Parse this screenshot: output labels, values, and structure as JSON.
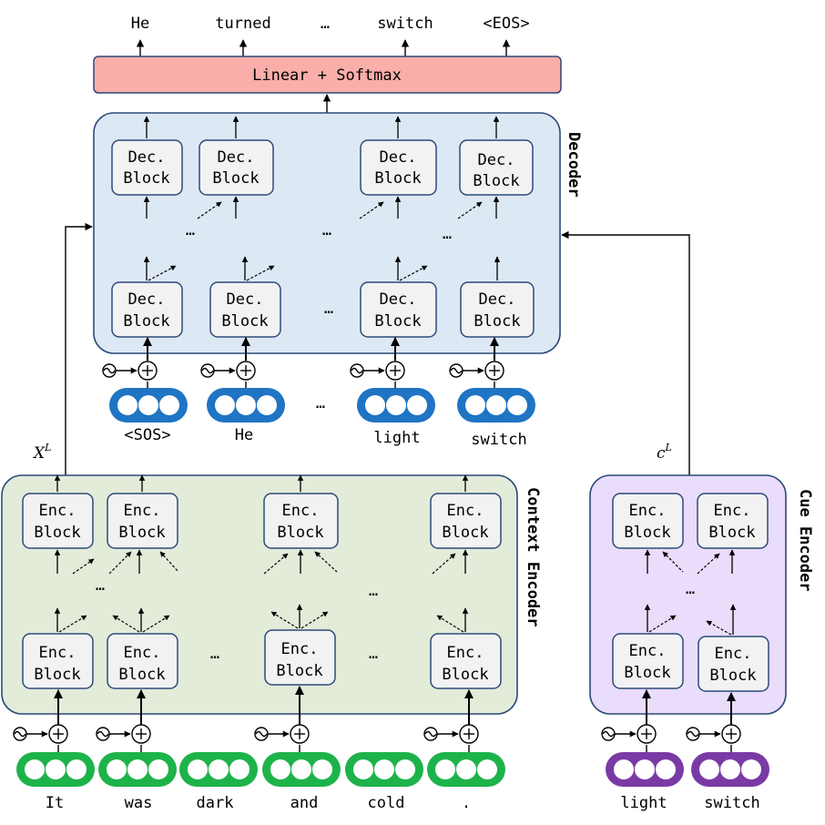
{
  "outputs": {
    "he": "He",
    "turned": "turned",
    "ellipsis": "…",
    "switch": "switch",
    "eos": "<EOS>"
  },
  "linear_softmax": "Linear + Softmax",
  "decoder": {
    "title": "Decoder",
    "block_line1": "Dec.",
    "block_line2": "Block",
    "ellipsis": "…"
  },
  "encoder_block": {
    "line1": "Enc.",
    "line2": "Block",
    "ellipsis": "…"
  },
  "context_encoder": {
    "title": "Context Encoder"
  },
  "cue_encoder": {
    "title": "Cue Encoder"
  },
  "labels": {
    "x_base": "X",
    "x_sup": "L",
    "c_base": "c",
    "c_sup": "L"
  },
  "decoder_inputs": {
    "sos": "<SOS>",
    "he": "He",
    "ellipsis": "…",
    "light": "light",
    "switch": "switch"
  },
  "context_inputs": {
    "it": "It",
    "was": "was",
    "dark": "dark",
    "and": "and",
    "cold": "cold",
    "period": "."
  },
  "cue_inputs": {
    "light": "light",
    "switch": "switch"
  },
  "colors": {
    "decoder_fill": "#dde8f5",
    "context_fill": "#e2ecd9",
    "cue_fill": "#eadcfb",
    "softmax_fill": "#f9aeaa",
    "block_fill": "#f2f2f2",
    "block_border": "#2c4a7a",
    "blue_token": "#1f74c4",
    "green_token": "#1db34a",
    "purple_token": "#7a3aa5"
  }
}
